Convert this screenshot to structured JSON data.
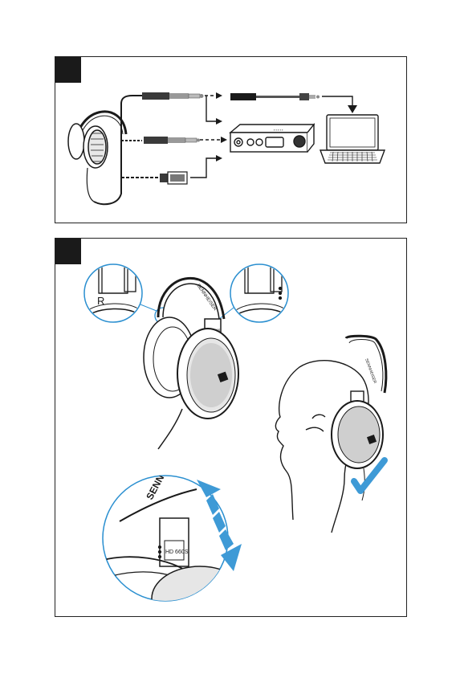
{
  "step1": {
    "number_box": ""
  },
  "step2": {
    "number_box": "",
    "left_side_marker": "R",
    "headband_brand": "SENNHEISER",
    "model_small": "HD 660S",
    "zoom_headband_brand": "SENN",
    "zoom_model": "HD 660S"
  },
  "colors": {
    "accent": "#2a8fd0",
    "line": "#1a1a1a",
    "arrow_blue": "#3e9ad6"
  }
}
